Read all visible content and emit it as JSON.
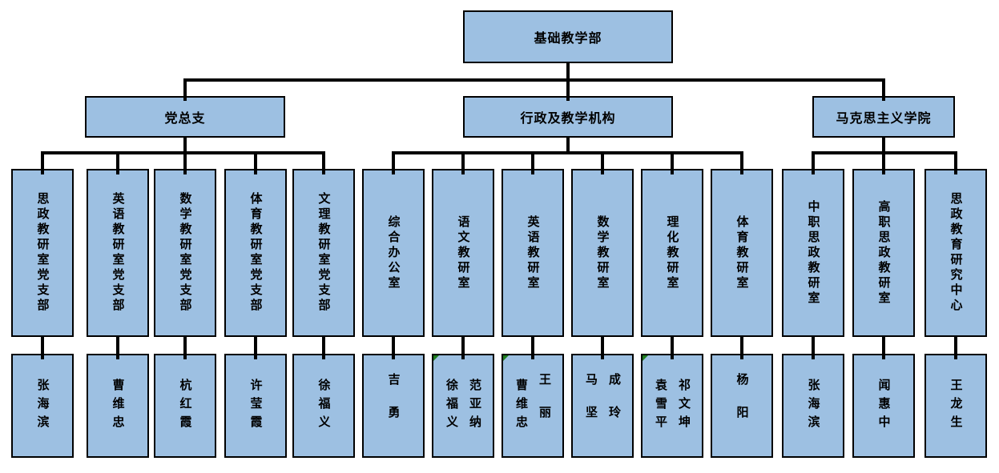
{
  "chart": {
    "root": {
      "label": "基础教学部"
    },
    "branches": [
      {
        "id": "party",
        "label": "党总支"
      },
      {
        "id": "admin",
        "label": "行政及教学机构"
      },
      {
        "id": "marx",
        "label": "马克思主义学院"
      }
    ],
    "columns": [
      {
        "group": "party",
        "dept": "思政教研室党支部",
        "names": [
          "张海滨"
        ]
      },
      {
        "group": "party",
        "dept": "英语教研室党支部",
        "names": [
          "曹维忠"
        ]
      },
      {
        "group": "party",
        "dept": "数学教研室党支部",
        "names": [
          "杭红霞"
        ]
      },
      {
        "group": "party",
        "dept": "体育教研室党支部",
        "names": [
          "许莹霞"
        ]
      },
      {
        "group": "party",
        "dept": "文理教研室党支部",
        "names": [
          "徐福义"
        ]
      },
      {
        "group": "admin",
        "dept": "综合办公室",
        "names": [
          "吉勇"
        ]
      },
      {
        "group": "admin",
        "dept": "语文教研室",
        "names": [
          "徐福义",
          "范亚纳"
        ],
        "marker": true
      },
      {
        "group": "admin",
        "dept": "英语教研室",
        "names": [
          "曹维忠",
          "王丽"
        ],
        "marker": true
      },
      {
        "group": "admin",
        "dept": "数学教研室",
        "names": [
          "马坚",
          "成玲"
        ]
      },
      {
        "group": "admin",
        "dept": "理化教研室",
        "names": [
          "袁雪平",
          "祁文坤"
        ],
        "marker": true
      },
      {
        "group": "admin",
        "dept": "体育教研室",
        "names": [
          "杨阳"
        ]
      },
      {
        "group": "marx",
        "dept": "中职思政教研室",
        "names": [
          "张海滨"
        ]
      },
      {
        "group": "marx",
        "dept": "高职思政教研室",
        "names": [
          "闻惠中"
        ]
      },
      {
        "group": "marx",
        "dept": "思政教育研究中心",
        "names": [
          "王龙生"
        ]
      }
    ]
  },
  "colors": {
    "box_fill": "#9DC0E2",
    "box_border": "#000000",
    "connector": "#000000",
    "comment_marker": "#1E7D1E"
  }
}
